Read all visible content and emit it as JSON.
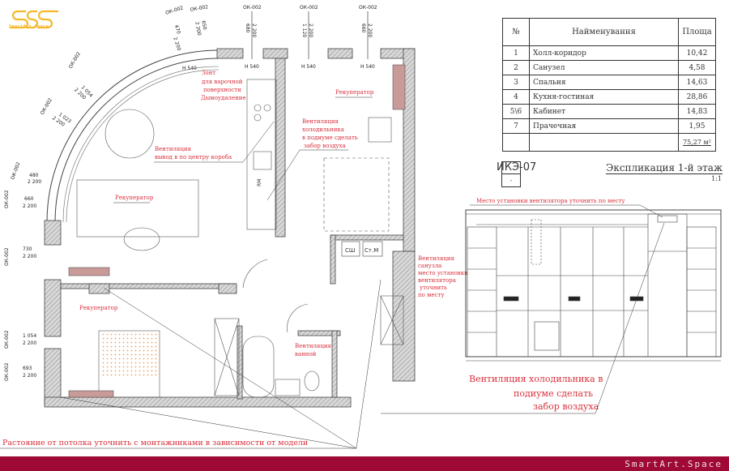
{
  "brand": {
    "logo_text": "SmartArt.Space",
    "footer_text": "SmartArt.Space",
    "logo_color": "#f5b82a",
    "footer_color": "#9e0a35"
  },
  "windows": [
    {
      "code": "ОК-002",
      "width": "470",
      "height": "2 200"
    },
    {
      "code": "ОК-002",
      "width": "650",
      "height": "2 200"
    },
    {
      "code": "ОК-002",
      "width": "680",
      "height": "2 200"
    },
    {
      "code": "ОК-002",
      "width": "1 120",
      "height": "2 200"
    },
    {
      "code": "ОК-002",
      "width": "660",
      "height": "2 200"
    },
    {
      "code": "ОК-002",
      "width": "1 054",
      "height": "2 200"
    },
    {
      "code": "ОК-002",
      "width": "1 023",
      "height": "2 200"
    },
    {
      "code": "ОК-002",
      "width": "480",
      "height": "2 200"
    },
    {
      "code": "ОК-002",
      "width": "660",
      "height": "2 200"
    },
    {
      "code": "ОК-002",
      "width": "730",
      "height": "2 200"
    },
    {
      "code": "ОК-002",
      "width": "1 054",
      "height": "2 200"
    },
    {
      "code": "ОК-002",
      "width": "693",
      "height": "2 200"
    }
  ],
  "heights": {
    "h540": "H 540"
  },
  "fixtures": {
    "sh": "СШ",
    "stm": "Ст.М",
    "rm": "RM"
  },
  "annotations": {
    "hob": [
      "Зонт",
      "для варочной",
      "поверхности",
      "Дымоудаление"
    ],
    "vent_box": [
      "Вентиляция",
      "вывод в по центру короба"
    ],
    "recuperator": "Рекуператор",
    "fridge_vent": [
      "Вентиляция",
      "холодильника",
      "в подиуме сделать",
      "забор воздуха"
    ],
    "bath_vent": [
      "Вентиляция",
      "ванной"
    ],
    "wc_vent": [
      "Вентиляция",
      "санузла",
      "место установки",
      "вентилятора",
      "уточнить",
      "по месту"
    ],
    "ceiling_note": "Растояние от потолка уточнить с монтажниками в зависимости от модели",
    "fan_note": "Место установки вентилятора уточнить по месту",
    "fridge_vent_big": [
      "Вентиляция холодильника в",
      "подиуме сделать",
      "забор воздуха"
    ]
  },
  "explication": {
    "headers": [
      "№",
      "Найменування",
      "Площа"
    ],
    "rows": [
      {
        "no": "1",
        "name": "Холл-коридор",
        "area": "10,42"
      },
      {
        "no": "2",
        "name": "Санузел",
        "area": "4,58"
      },
      {
        "no": "3",
        "name": "Спальня",
        "area": "14,63"
      },
      {
        "no": "4",
        "name": "Кухня-гостиная",
        "area": "28,86"
      },
      {
        "no": "5\\6",
        "name": "Кабинет",
        "area": "14,83"
      },
      {
        "no": "7",
        "name": "Прачечная",
        "area": "1,95"
      }
    ],
    "total": "75,27 м²",
    "sheet_code": "ИКЭ-07",
    "sheet_sub": "-",
    "title": "Экспликация 1-й этаж",
    "scale": "1:1"
  }
}
